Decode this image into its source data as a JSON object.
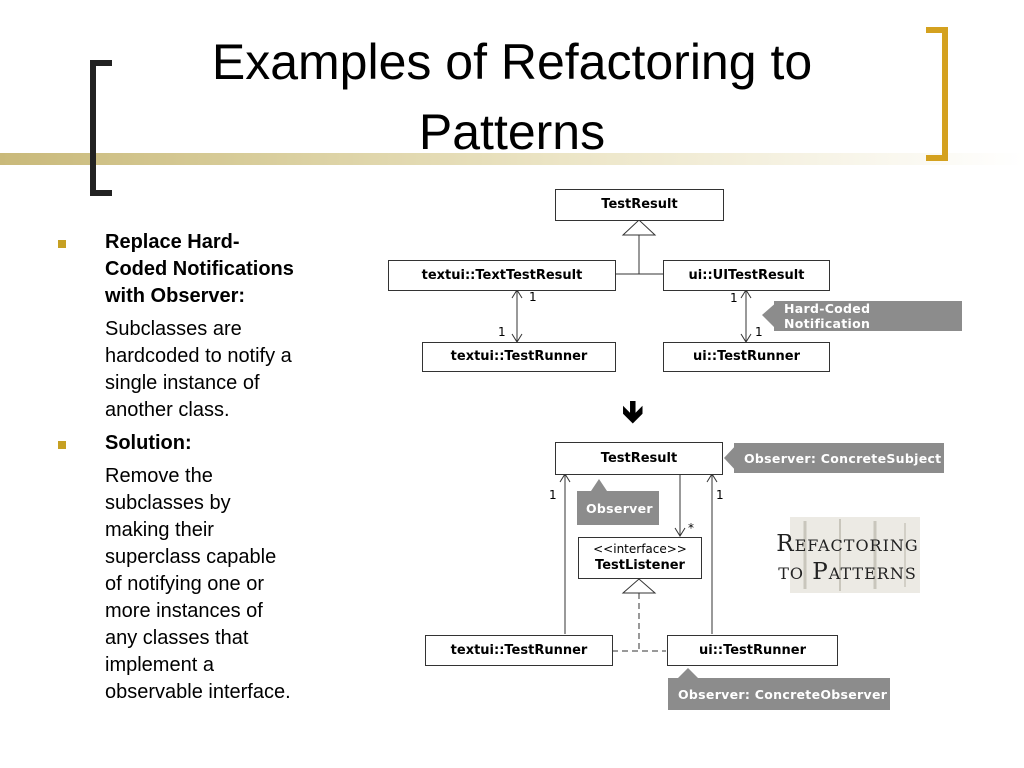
{
  "slide": {
    "title_line1": "Examples of Refactoring to",
    "title_line2": "Patterns"
  },
  "bullets": [
    {
      "heading": "Replace Hard-Coded Notifications with Observer:",
      "heading_lines": [
        "Replace Hard-",
        "Coded Notifications",
        "with Observer:"
      ],
      "body_lines": [
        "Subclasses are",
        "hardcoded to notify a",
        "single instance of",
        "another class."
      ]
    },
    {
      "heading": "Solution:",
      "heading_lines": [
        "Solution:"
      ],
      "body_lines": [
        "Remove the",
        "subclasses by",
        "making their",
        "superclass capable",
        "of notifying  one or",
        "more instances of",
        "any classes that",
        "implement a",
        "observable interface."
      ]
    }
  ],
  "diagram_before": {
    "test_result": "TestResult",
    "text_test_result": "textui::TextTestResult",
    "ui_test_result": "ui::UITestResult",
    "text_runner": "textui::TestRunner",
    "ui_runner": "ui::TestRunner",
    "mult_1": "1",
    "tag_hardcoded": "Hard-Coded Notification"
  },
  "arrow_glyph": "🡻",
  "diagram_after": {
    "test_result": "TestResult",
    "interface_stereotype": "<<interface>>",
    "test_listener": "TestListener",
    "text_runner": "textui::TestRunner",
    "ui_runner": "ui::TestRunner",
    "mult_1": "1",
    "mult_star": "*",
    "tag_subject": "Observer: ConcreteSubject",
    "tag_observer": "Observer",
    "tag_concrete_observer": "Observer: ConcreteObserver"
  },
  "book_cover": {
    "line1": "Refactoring",
    "line2": "to Patterns"
  },
  "colors": {
    "accent_gold": "#c6a023",
    "tag_gray": "#8c8c8c"
  }
}
